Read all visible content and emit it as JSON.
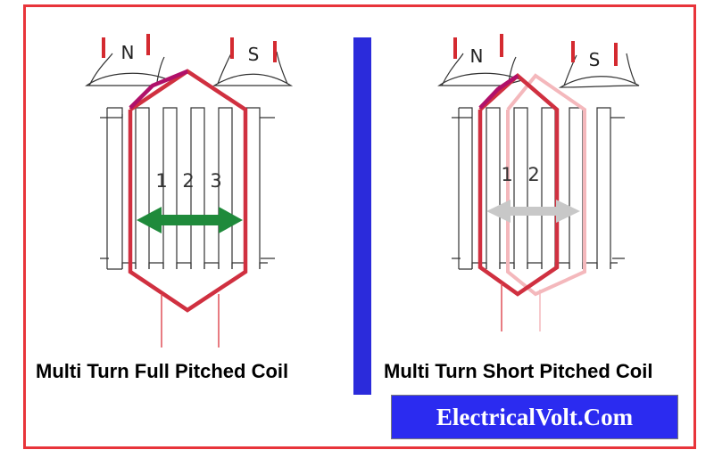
{
  "left_panel": {
    "pole_n": "N",
    "pole_s": "S",
    "slot_numbers": [
      "1",
      "2",
      "3"
    ],
    "caption": "Multi Turn Full Pitched Coil"
  },
  "right_panel": {
    "pole_n": "N",
    "pole_s": "S",
    "slot_numbers": [
      "1",
      "2"
    ],
    "caption": "Multi Turn Short Pitched Coil"
  },
  "brand": {
    "label": "ElectricalVolt.Com"
  },
  "colors": {
    "frame_border": "#e8343a",
    "divider": "#2b2bdb",
    "coil": "#d03040",
    "coil_faded": "#f4b8bc",
    "coil_over_pole": "#b0106a",
    "arrow_full": "#1f8a3b",
    "arrow_short": "#c8c8c8",
    "brand_bg": "#2b2bf0"
  }
}
